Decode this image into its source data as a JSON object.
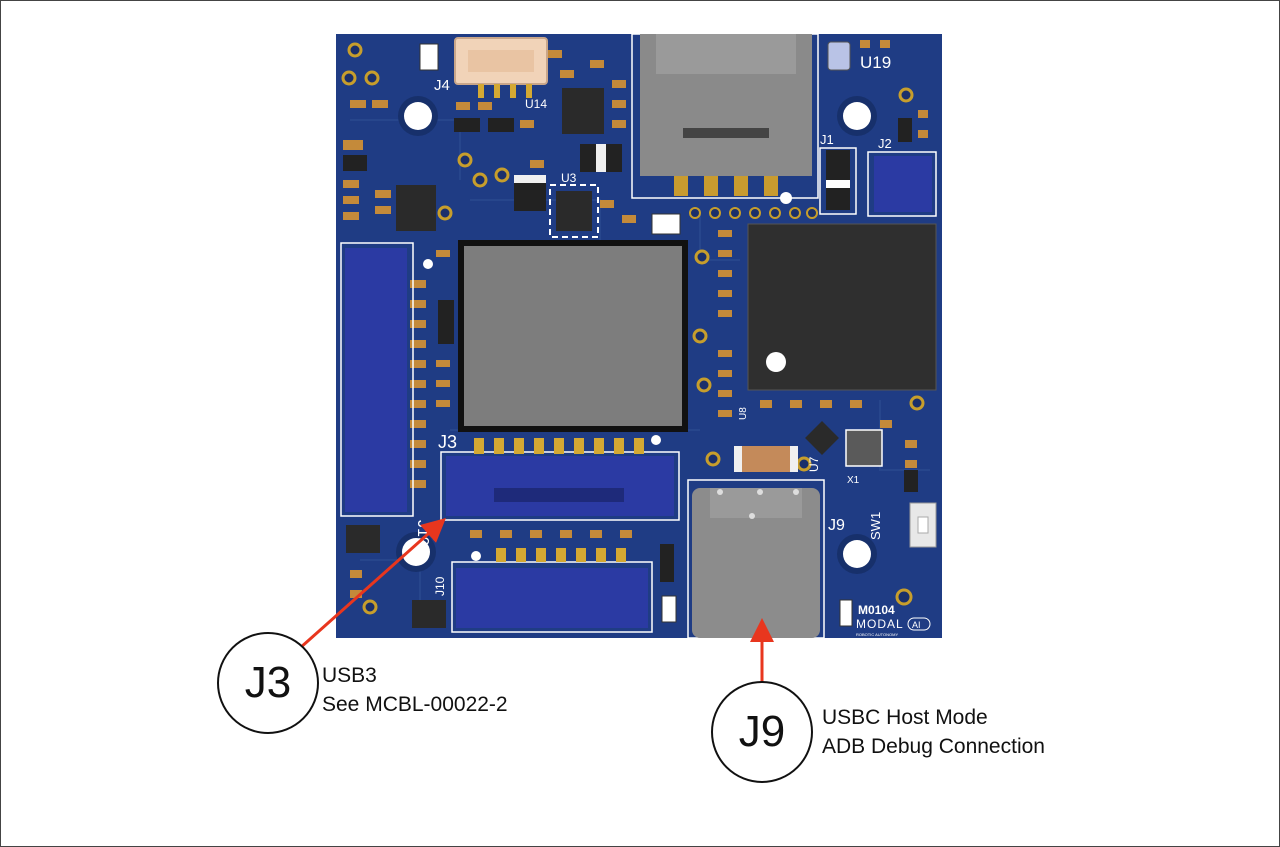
{
  "colors": {
    "pcb": "#1f3c84",
    "trace": "#2a4d9c",
    "connector_blue": "#2b3aa3",
    "chip_dark": "#2a2a2a",
    "chip_gray": "#7d7d7d",
    "pad_gold": "#d4a933",
    "arrow_red": "#e8361e",
    "silk": "#ffffff"
  },
  "board_labels": {
    "j4": "J4",
    "u14": "U14",
    "u3": "U3",
    "u19": "U19",
    "j1": "J1",
    "j2": "J2",
    "j3": "J3",
    "j19": "J19",
    "j10": "J10",
    "u8": "U8",
    "u7": "U7",
    "x1": "X1",
    "j9": "J9",
    "sw1": "SW1",
    "part_number": "M0104",
    "brand": "MODAL",
    "brand_ai": "AI",
    "brand_tagline": "ROBOTIC AUTONOMY"
  },
  "callouts": [
    {
      "label": "J3",
      "lines": [
        "USB3",
        "See MCBL-00022-2"
      ]
    },
    {
      "label": "J9",
      "lines": [
        "USBC Host Mode",
        "ADB Debug Connection"
      ]
    }
  ]
}
